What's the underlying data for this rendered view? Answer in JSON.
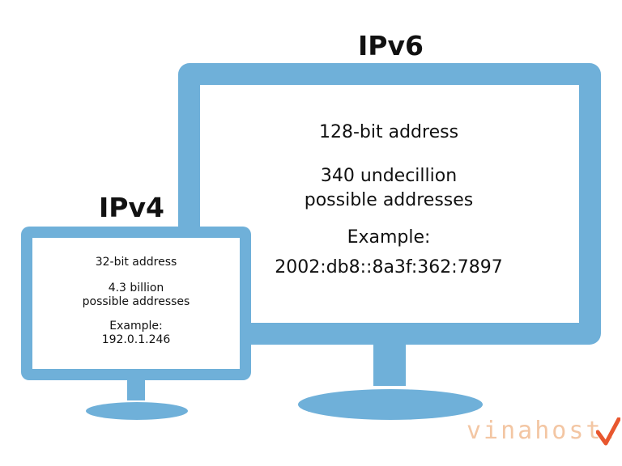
{
  "ipv6": {
    "title": "IPv6",
    "bits": "128-bit address",
    "count_line1": "340 undecillion",
    "count_line2": "possible addresses",
    "example_label": "Example:",
    "example_value": "2002:db8::8a3f:362:7897"
  },
  "ipv4": {
    "title": "IPv4",
    "bits": "32-bit address",
    "count_line1": "4.3 billion",
    "count_line2": "possible addresses",
    "example_label": "Example:",
    "example_value": "192.0.1.246"
  },
  "watermark": {
    "text": "vinahost."
  },
  "colors": {
    "monitor_frame": "#6fb0d9",
    "watermark": "#f3c6a3",
    "watermark_accent": "#e8572f"
  }
}
